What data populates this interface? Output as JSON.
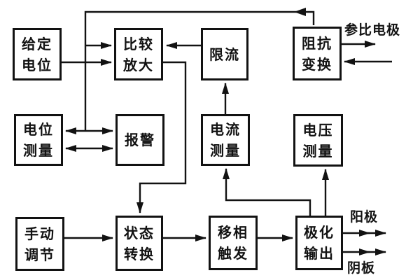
{
  "colors": {
    "ink": "#121212",
    "background": "#ffffff"
  },
  "blocks": {
    "given_potential": {
      "label": "给定\n电位"
    },
    "compare_amplify": {
      "label": "比较\n放大"
    },
    "current_limit": {
      "label": "限流"
    },
    "impedance_transform": {
      "label": "阻抗\n变换"
    },
    "potential_measure": {
      "label": "电位\n测量"
    },
    "alarm": {
      "label": "报警"
    },
    "current_measure": {
      "label": "电流\n测量"
    },
    "voltage_measure": {
      "label": "电压\n测量"
    },
    "manual_adjust": {
      "label": "手动\n调节"
    },
    "state_convert": {
      "label": "状态\n转换"
    },
    "phase_shift_trigger": {
      "label": "移相\n触发"
    },
    "polarization_output": {
      "label": "极化\n输出"
    }
  },
  "labels": {
    "reference_electrode": "参比电极",
    "anode": "阳极",
    "cathode_plate": "阴板"
  }
}
